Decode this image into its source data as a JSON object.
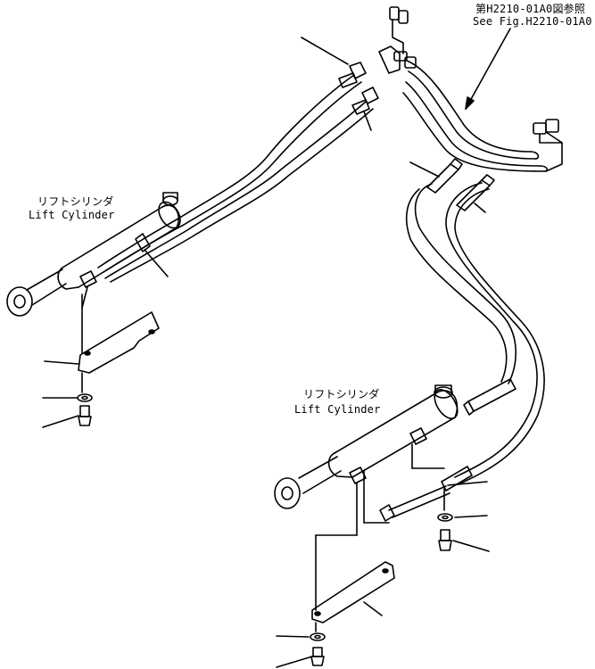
{
  "reference": {
    "jp": "第H2210-01A0図参照",
    "en": "See Fig.H2210-01A0"
  },
  "cylinders": [
    {
      "jp": "リフトシリンダ",
      "en": "Lift Cylinder"
    },
    {
      "jp": "リフトシリンダ",
      "en": "Lift Cylinder"
    }
  ],
  "colors": {
    "line": "#000000",
    "background": "#ffffff"
  }
}
